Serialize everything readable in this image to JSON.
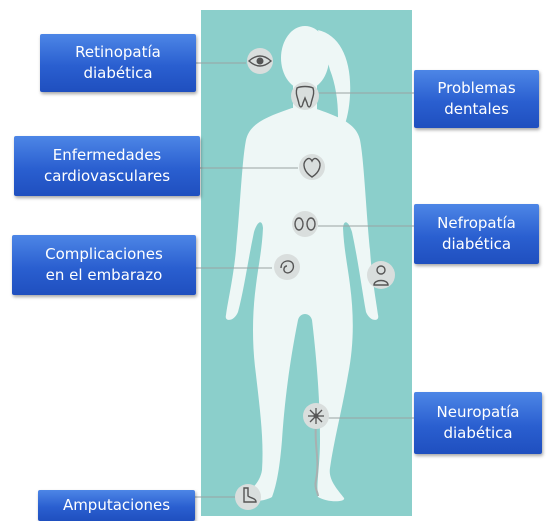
{
  "colors": {
    "panel": "#8bcfcb",
    "silhouette": "#eef7f6",
    "label_bg": "#2d63d4",
    "connector": "#9aa3a3",
    "icon_circle": "#d9dedd"
  },
  "labels": {
    "retinopatia": {
      "line1": "Retinopatía",
      "line2": "diabética",
      "icon": "eye-icon"
    },
    "dental": {
      "line1": "Problemas",
      "line2": "dentales",
      "icon": "tooth-icon"
    },
    "cardio": {
      "line1": "Enfermedades",
      "line2": "cardiovasculares",
      "icon": "heart-icon"
    },
    "nefropatia": {
      "line1": "Nefropatía",
      "line2": "diabética",
      "icon": "kidneys-icon"
    },
    "embarazo": {
      "line1": "Complicaciones",
      "line2": "en el embarazo",
      "icon": "fetus-icon"
    },
    "neuropatia": {
      "line1": "Neuropatía",
      "line2": "diabética",
      "icon": "neuron-icon"
    },
    "amputaciones": {
      "line1": "Amputaciones",
      "icon": "foot-icon"
    }
  }
}
